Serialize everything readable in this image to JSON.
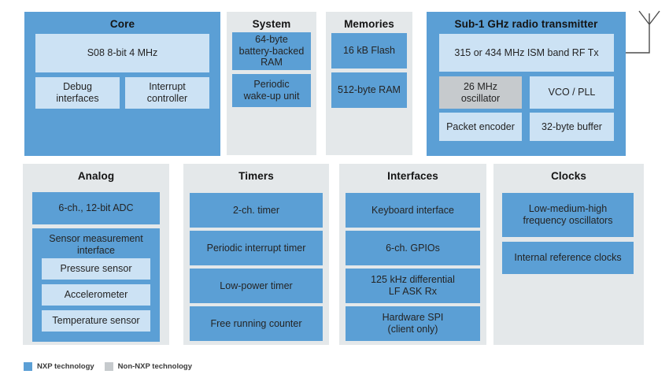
{
  "colors": {
    "nxp_blue": "#5B9FD5",
    "light_blue": "#CCE2F4",
    "container_gray": "#E4E8EA",
    "non_nxp_gray": "#C6CACD"
  },
  "groups": {
    "core": {
      "title": "Core",
      "cpu": "S08 8-bit 4 MHz",
      "debug": "Debug\ninterfaces",
      "interrupt": "Interrupt\ncontroller"
    },
    "system": {
      "title": "System",
      "ram": "64-byte\nbattery-backed\nRAM",
      "wakeup": "Periodic\nwake-up unit"
    },
    "memories": {
      "title": "Memories",
      "flash": "16 kB Flash",
      "ram": "512-byte RAM"
    },
    "radio": {
      "title": "Sub-1 GHz radio transmitter",
      "rf_tx": "315 or 434 MHz ISM band RF Tx",
      "oscillator": "26 MHz\noscillator",
      "vco": "VCO / PLL",
      "packet_encoder": "Packet encoder",
      "buffer": "32-byte buffer"
    },
    "analog": {
      "title": "Analog",
      "adc": "6-ch., 12-bit ADC",
      "smi_label": "Sensor measurement\ninterface",
      "pressure": "Pressure sensor",
      "accelerometer": "Accelerometer",
      "temperature": "Temperature sensor"
    },
    "timers": {
      "title": "Timers",
      "t1": "2-ch. timer",
      "t2": "Periodic interrupt timer",
      "t3": "Low-power timer",
      "t4": "Free running counter"
    },
    "interfaces": {
      "title": "Interfaces",
      "i1": "Keyboard interface",
      "i2": "6-ch. GPIOs",
      "i3": "125 kHz differential\nLF ASK Rx",
      "i4": "Hardware SPI\n(client only)"
    },
    "clocks": {
      "title": "Clocks",
      "c1": "Low-medium-high\nfrequency oscillators",
      "c2": "Internal reference clocks"
    }
  },
  "legend": {
    "nxp": "NXP technology",
    "non_nxp": "Non-NXP technology"
  }
}
